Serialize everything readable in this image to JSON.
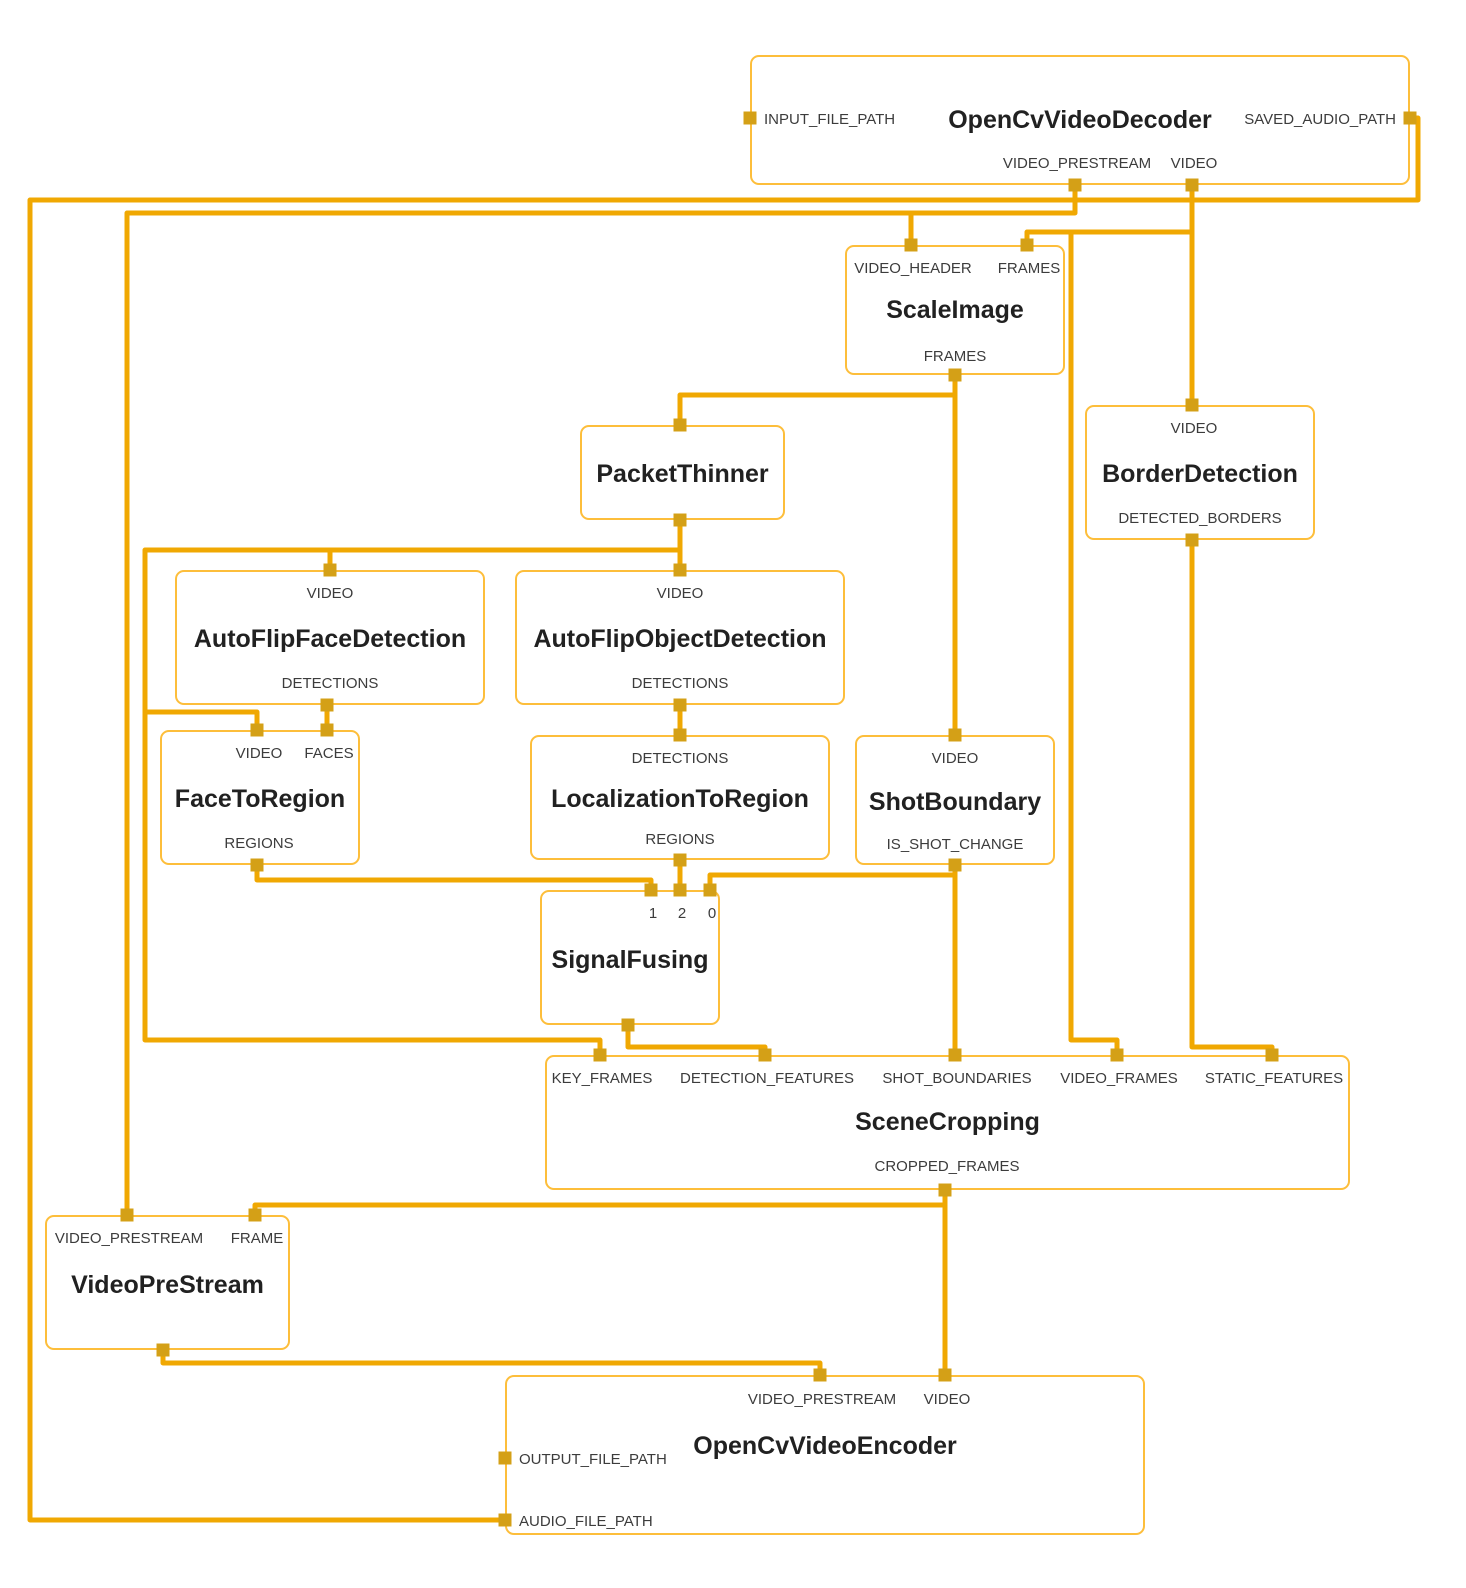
{
  "colors": {
    "edge": "#F0A802",
    "node_border": "#FDBE3B",
    "port": "#D4A017"
  },
  "nodes": {
    "decoder": {
      "title": "OpenCvVideoDecoder",
      "ports": {
        "input_file_path": "INPUT_FILE_PATH",
        "saved_audio_path": "SAVED_AUDIO_PATH",
        "video_prestream": "VIDEO_PRESTREAM",
        "video": "VIDEO"
      }
    },
    "scale_image": {
      "title": "ScaleImage",
      "ports": {
        "video_header": "VIDEO_HEADER",
        "frames_in": "FRAMES",
        "frames_out": "FRAMES"
      }
    },
    "packet_thinner": {
      "title": "PacketThinner"
    },
    "border_detection": {
      "title": "BorderDetection",
      "ports": {
        "video": "VIDEO",
        "detected_borders": "DETECTED_BORDERS"
      }
    },
    "face_detection": {
      "title": "AutoFlipFaceDetection",
      "ports": {
        "video": "VIDEO",
        "detections": "DETECTIONS"
      }
    },
    "object_detection": {
      "title": "AutoFlipObjectDetection",
      "ports": {
        "video": "VIDEO",
        "detections": "DETECTIONS"
      }
    },
    "face_to_region": {
      "title": "FaceToRegion",
      "ports": {
        "video": "VIDEO",
        "faces": "FACES",
        "regions": "REGIONS"
      }
    },
    "localization_to_region": {
      "title": "LocalizationToRegion",
      "ports": {
        "detections": "DETECTIONS",
        "regions": "REGIONS"
      }
    },
    "shot_boundary": {
      "title": "ShotBoundary",
      "ports": {
        "video": "VIDEO",
        "is_shot_change": "IS_SHOT_CHANGE"
      }
    },
    "signal_fusing": {
      "title": "SignalFusing",
      "ports": {
        "in1": "1",
        "in2": "2",
        "in0": "0"
      }
    },
    "scene_cropping": {
      "title": "SceneCropping",
      "ports": {
        "key_frames": "KEY_FRAMES",
        "detection_features": "DETECTION_FEATURES",
        "shot_boundaries": "SHOT_BOUNDARIES",
        "video_frames": "VIDEO_FRAMES",
        "static_features": "STATIC_FEATURES",
        "cropped_frames": "CROPPED_FRAMES"
      }
    },
    "video_pre_stream": {
      "title": "VideoPreStream",
      "ports": {
        "video_prestream": "VIDEO_PRESTREAM",
        "frame": "FRAME"
      }
    },
    "encoder": {
      "title": "OpenCvVideoEncoder",
      "ports": {
        "video_prestream": "VIDEO_PRESTREAM",
        "video": "VIDEO",
        "output_file_path": "OUTPUT_FILE_PATH",
        "audio_file_path": "AUDIO_FILE_PATH"
      }
    }
  }
}
